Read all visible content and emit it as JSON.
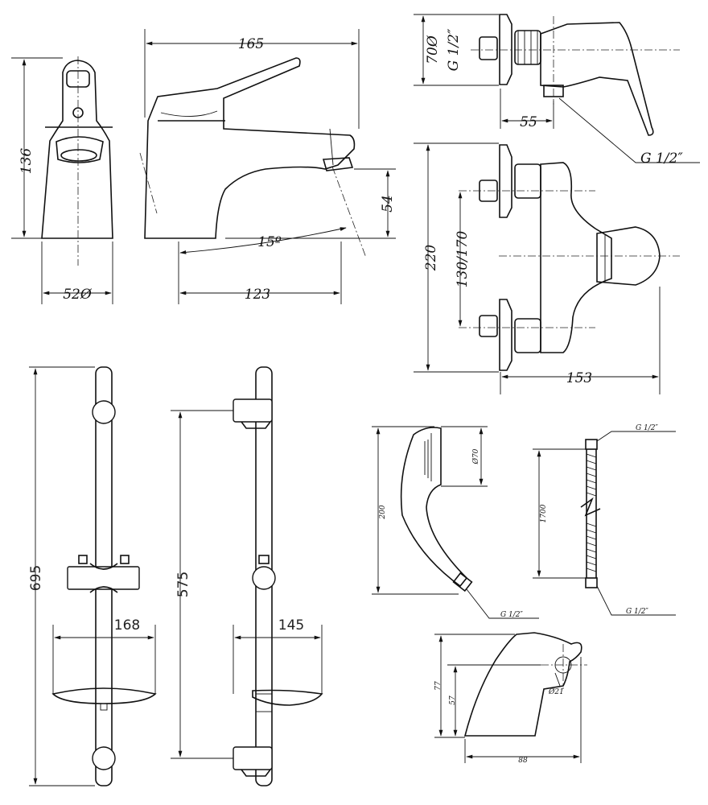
{
  "basin_mixer": {
    "height": "136",
    "base_dia": "52Ø",
    "length": "165",
    "reach": "123",
    "spout_h": "54",
    "angle": "15º"
  },
  "shower_mixer": {
    "top_dims": {
      "dia": "70Ø",
      "thread": "G 1/2″",
      "depth": "55",
      "callout": "G 1/2″"
    },
    "front_dims": {
      "height": "220",
      "spacing": "130/170",
      "width": "153"
    }
  },
  "slide_bar": {
    "length": "695",
    "width": "168",
    "side_length": "575",
    "side_width": "145"
  },
  "hand_shower": {
    "length": "200",
    "head_dia": "Ø70",
    "thread": "G 1/2″"
  },
  "hose": {
    "length": "1700",
    "thread_top": "G 1/2″",
    "thread_bottom": "G 1/2″"
  },
  "wall_bracket": {
    "h1": "77",
    "h2": "57",
    "dia": "Ø21",
    "width": "88"
  }
}
